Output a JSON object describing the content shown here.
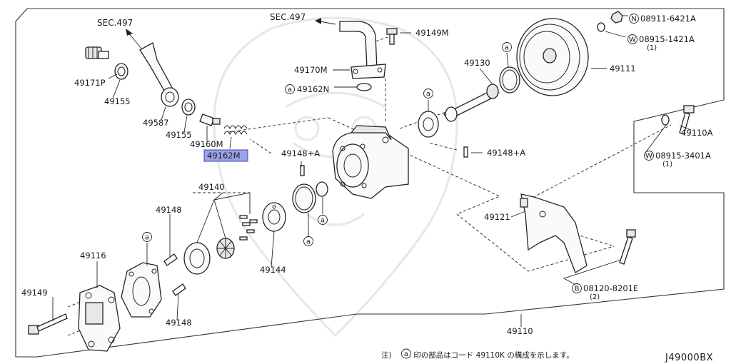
{
  "labels": {
    "sec_497_left": "SEC.497",
    "sec_497_top": "SEC.497",
    "p49171p": "49171P",
    "p49155a": "49155",
    "p49587": "49587",
    "p49155b": "49155",
    "p49160m": "49160M",
    "p49162m": "49162M",
    "p49149m": "49149M",
    "p49170m": "49170M",
    "p49162n": "49162N",
    "p49148a_left": "49148+A",
    "p49148a_right": "49148+A",
    "p49130": "49130",
    "p49111": "49111",
    "n08911": "08911-6421A",
    "w08915_1421": "08915-1421A",
    "qty_1a": "(1)",
    "p49110a": "49110A",
    "w08915_3401": "08915-3401A",
    "qty_1b": "(1)",
    "p49140": "49140",
    "p49148_top": "49148",
    "p49116": "49116",
    "p49144": "49144",
    "p49121": "49121",
    "p49149": "49149",
    "p49148_bottom": "49148",
    "b08120": "08120-8201E",
    "qty_2": "(2)",
    "p49110": "49110"
  },
  "markers": {
    "a": "a",
    "n": "N",
    "w": "W",
    "b": "B"
  },
  "footnote": {
    "prefix": "注)",
    "marker": "a",
    "text": "印の部品はコード 49110K の構成を示します。"
  },
  "diagram_code": "J49000BX",
  "colors": {
    "line": "#222222",
    "highlight_fill": "#9aa3e6",
    "highlight_border": "#3b46b8",
    "watermark": "#e7e7e7"
  }
}
